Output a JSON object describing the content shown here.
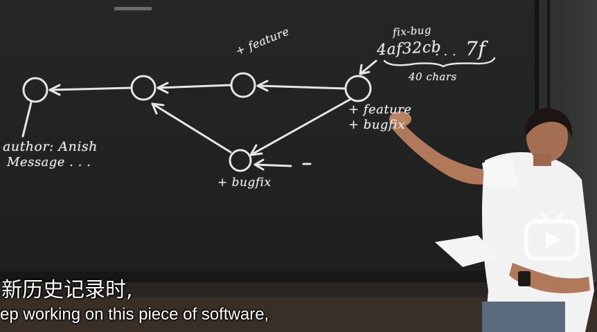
{
  "board": {
    "top_commit_label": "fix-bug",
    "hash_start": "4af32cb",
    "hash_dots": ". . .",
    "hash_end": "7f",
    "hash_length_note": "40 chars",
    "feature_label": "+ feature",
    "tip_label_1": "+ feature",
    "tip_label_2": "+ bugfix",
    "bottom_label": "+ bugfix",
    "author_label": "author: Anish",
    "message_label": "Message . . ."
  },
  "subtitles": {
    "chinese": "新历史记录时,",
    "english": "ep working on this piece of software,"
  },
  "watermark": {
    "icon": "bilibili-play-icon"
  },
  "colors": {
    "chalkboard": "#1e2020",
    "chalk": "#e8e8e8",
    "subtitle": "#ffffff"
  }
}
